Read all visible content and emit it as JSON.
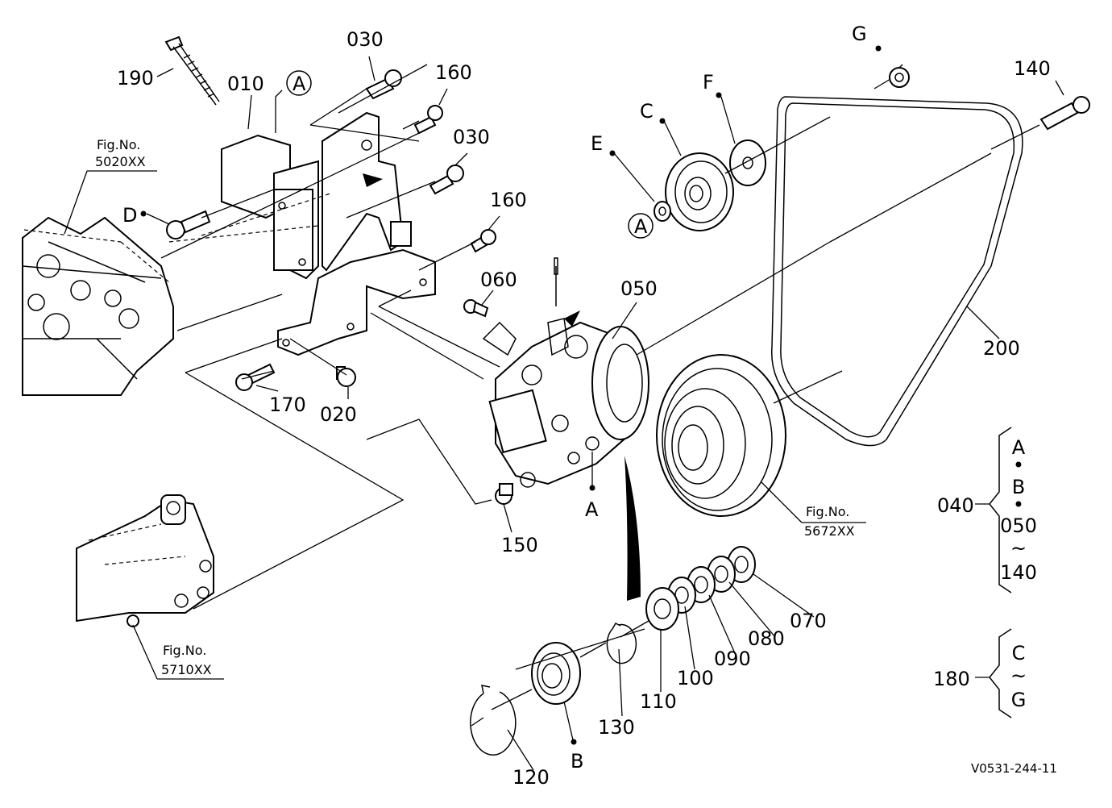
{
  "part_labels": {
    "p010": "010",
    "p020": "020",
    "p030a": "030",
    "p030b": "030",
    "p040": "040",
    "p050": "050",
    "p060": "060",
    "p070": "070",
    "p080": "080",
    "p090": "090",
    "p100": "100",
    "p110": "110",
    "p120": "120",
    "p130": "130",
    "p140": "140",
    "p150": "150",
    "p160a": "160",
    "p160b": "160",
    "p170": "170",
    "p180": "180",
    "p190": "190",
    "p200": "200"
  },
  "point_labels": {
    "a_top": "A",
    "a_pulley": "A",
    "a_compressor": "A",
    "b_bearing": "B",
    "c": "C",
    "d": "D",
    "e": "E",
    "f": "F",
    "g": "G"
  },
  "fig_refs": {
    "r5020": {
      "prefix": "Fig.No.",
      "num": "5020XX"
    },
    "r5672": {
      "prefix": "Fig.No.",
      "num": "5672XX"
    },
    "r5710": {
      "prefix": "Fig.No.",
      "num": "5710XX"
    }
  },
  "groups": {
    "g040": {
      "line1": "A",
      "sep1": "•",
      "line2": "B",
      "sep2": "•",
      "line3": "050",
      "tilde": "~",
      "line4": "140"
    },
    "g180": {
      "line1": "C",
      "tilde": "~",
      "line2": "G"
    }
  },
  "diagram_code": "V0531-244-11"
}
